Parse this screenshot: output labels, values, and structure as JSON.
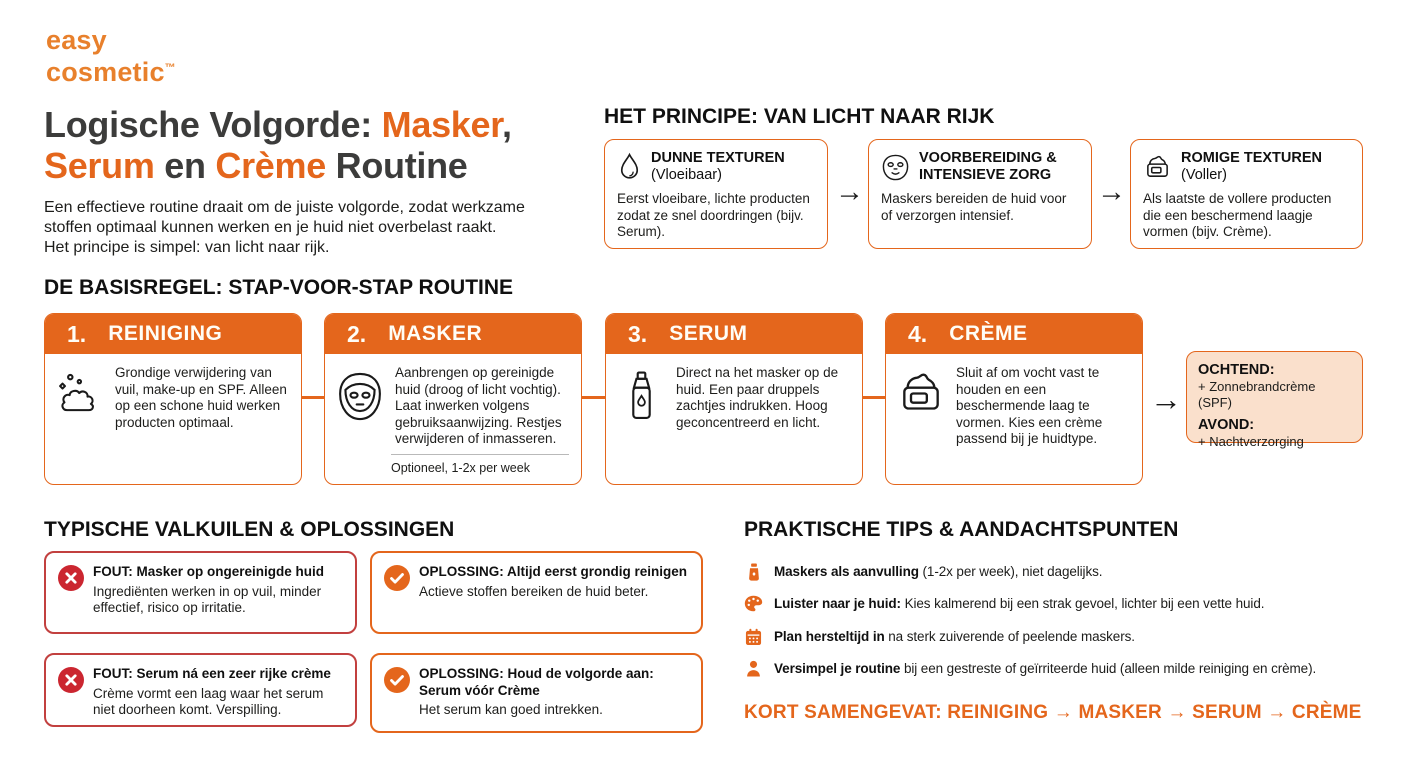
{
  "colors": {
    "orange": "#E4661C",
    "logo_orange": "#E8802C",
    "heading": "#101010",
    "title_dark": "#3C3C3B",
    "body_text": "#1D1D1B",
    "red": "#CB2630",
    "red_border": "#C2403F",
    "peach_bg": "#FAE0CC"
  },
  "logo": {
    "line1": "easy",
    "line2": "cosmetic",
    "tm": "™"
  },
  "title": {
    "seg1": "Logische Volgorde: ",
    "seg2": "Masker",
    "seg3": ",",
    "seg4": "Serum",
    "seg5": " en ",
    "seg6": "Crème",
    "seg7": " Routine"
  },
  "intro": {
    "line1": "Een effectieve routine draait om de juiste volgorde, zodat werkzame",
    "line2": "stoffen optimaal kunnen werken en je huid niet overbelast raakt.",
    "line3": "Het principe is simpel: van licht naar rijk."
  },
  "principles": {
    "heading": "HET PRINCIPE: VAN LICHT NAAR RIJK",
    "arrow": "→",
    "items": [
      {
        "icon": "water-drop-icon",
        "title_line1": "DUNNE TEXTUREN",
        "title_line2": "(Vloeibaar)",
        "body": "Eerst vloeibare, lichte producten zodat ze snel doordringen (bijv. Serum)."
      },
      {
        "icon": "sheet-mask-icon",
        "title_line1": "VOORBEREIDING &",
        "title_line2": "INTENSIEVE ZORG",
        "body": "Maskers bereiden de huid voor of verzorgen intensief."
      },
      {
        "icon": "cream-jar-icon",
        "title_line1": "ROMIGE TEXTUREN",
        "title_line2": "(Voller)",
        "body": "Als laatste de vollere producten die een beschermend laagje vormen (bijv. Crème)."
      }
    ]
  },
  "steps": {
    "heading": "DE BASISREGEL: STAP-VOOR-STAP ROUTINE",
    "arrow": "→",
    "items": [
      {
        "num": "1.",
        "title": "REINIGING",
        "icon": "cleansing-foam-icon",
        "body": "Grondige verwijdering van vuil, make-up en SPF. Alleen op een schone huid werken producten optimaal."
      },
      {
        "num": "2.",
        "title": "MASKER",
        "icon": "face-mask-icon",
        "body": "Aanbrengen op gereinigde huid (droog of licht vochtig). Laat inwerken volgens gebruiksaanwijzing. Restjes verwijderen of inmasseren.",
        "note": "Optioneel, 1-2x per week"
      },
      {
        "num": "3.",
        "title": "SERUM",
        "icon": "serum-dropper-icon",
        "body": "Direct na het masker op de huid. Een paar druppels zachtjes indrukken. Hoog geconcentreerd en licht."
      },
      {
        "num": "4.",
        "title": "CRÈME",
        "icon": "cream-jar-icon",
        "body": "Sluit af om vocht vast te houden en een beschermende laag te vormen. Kies een crème passend bij je huidtype."
      }
    ],
    "after": {
      "morning_label": "OCHTEND:",
      "morning_text": "+ Zonnebrandcrème (SPF)",
      "evening_label": "AVOND:",
      "evening_text": "+ Nachtverzorging"
    }
  },
  "pitfalls": {
    "heading": "TYPISCHE VALKUILEN & OPLOSSINGEN",
    "items": [
      {
        "type": "fout",
        "icon": "x-circle-icon",
        "title": "FOUT: Masker op ongereinigde huid",
        "body": "Ingrediënten werken in op vuil, minder effectief, risico op irritatie."
      },
      {
        "type": "oplossing",
        "icon": "check-circle-icon",
        "title": "OPLOSSING: Altijd eerst grondig reinigen",
        "body": "Actieve stoffen bereiken de huid beter."
      },
      {
        "type": "fout",
        "icon": "x-circle-icon",
        "title": "FOUT: Serum ná een zeer rijke crème",
        "body": "Crème vormt een laag waar het serum niet doorheen komt. Verspilling."
      },
      {
        "type": "oplossing",
        "icon": "check-circle-icon",
        "title": "OPLOSSING: Houd de volgorde aan: Serum vóór Crème",
        "body": "Het serum kan goed intrekken."
      }
    ]
  },
  "tips": {
    "heading": "PRAKTISCHE TIPS & AANDACHTSPUNTEN",
    "items": [
      {
        "icon": "tube-icon",
        "bold": "Maskers als aanvulling",
        "rest": " (1-2x per week), niet dagelijks."
      },
      {
        "icon": "palette-icon",
        "bold": "Luister naar je huid:",
        "rest": " Kies kalmerend bij een strak gevoel, lichter bij een vette huid."
      },
      {
        "icon": "calendar-icon",
        "bold": "Plan hersteltijd in",
        "rest": " na sterk zuiverende of peelende maskers."
      },
      {
        "icon": "person-icon",
        "bold": "Versimpel je routine",
        "rest": " bij een gestreste of geïrriteerde huid (alleen milde reiniging en crème)."
      }
    ],
    "summary": "KORT SAMENGEVAT: REINIGING → MASKER → SERUM → CRÈME"
  }
}
